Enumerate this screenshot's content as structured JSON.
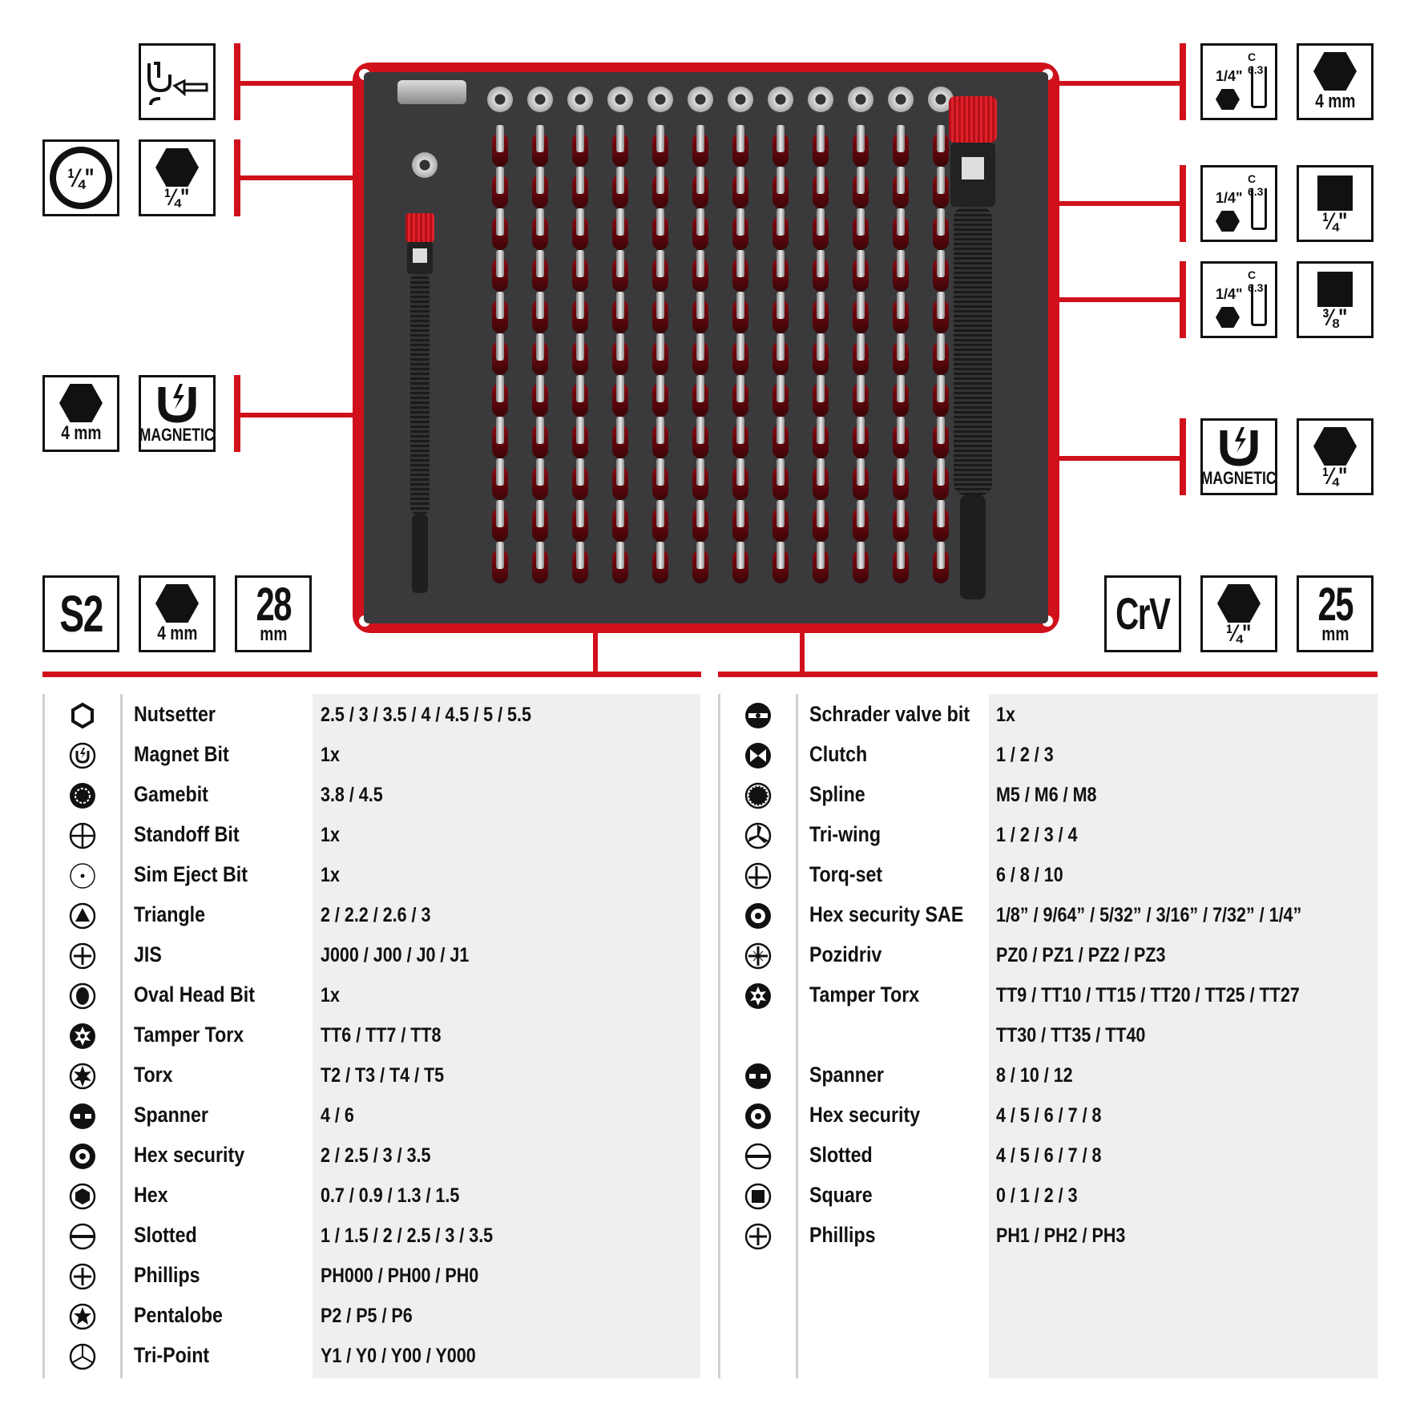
{
  "colors": {
    "accent": "#d0111b",
    "ink": "#111111",
    "tray": "#3a3a3c",
    "panel": "#efefef"
  },
  "badges": {
    "hook": {
      "icon": "hook-pick-icon"
    },
    "quarter_round": {
      "text": "¼\""
    },
    "quarter_hex": {
      "text": "¼\""
    },
    "mm4_hex_left": {
      "text": "4 mm"
    },
    "magnetic_left": {
      "text": "MAGNETIC"
    },
    "s2": {
      "text": "S2"
    },
    "mm4_hex_bottom": {
      "text": "4 mm"
    },
    "len28": {
      "num": "28",
      "unit": "mm"
    },
    "c63_a": {
      "top": "C 6.3",
      "side": "1/4\""
    },
    "mm4_hex_right": {
      "text": "4 mm"
    },
    "c63_b": {
      "top": "C 6.3",
      "side": "1/4\""
    },
    "sq_quarter": {
      "text": "¼\""
    },
    "c63_c": {
      "top": "C 6.3",
      "side": "1/4\""
    },
    "sq_three_eighths": {
      "text": "⅜\""
    },
    "magnetic_right": {
      "text": "MAGNETIC"
    },
    "hex_quarter_right": {
      "text": "¼\""
    },
    "crv": {
      "text": "CrV"
    },
    "hex_quarter_bottom": {
      "text": "¼\""
    },
    "len25": {
      "num": "25",
      "unit": "mm"
    }
  },
  "left_table": [
    {
      "icon": "nutsetter-icon",
      "name": "Nutsetter",
      "sizes": "2.5 / 3 / 3.5 / 4 / 4.5 /  5 / 5.5"
    },
    {
      "icon": "magnet-bit-icon",
      "name": "Magnet Bit",
      "sizes": "1x"
    },
    {
      "icon": "gamebit-icon",
      "name": "Gamebit",
      "sizes": "3.8 / 4.5"
    },
    {
      "icon": "standoff-icon",
      "name": "Standoff Bit",
      "sizes": "1x"
    },
    {
      "icon": "sim-eject-icon",
      "name": "Sim Eject Bit",
      "sizes": "1x"
    },
    {
      "icon": "triangle-icon",
      "name": "Triangle",
      "sizes": "2 / 2.2 / 2.6 / 3"
    },
    {
      "icon": "jis-icon",
      "name": "JIS",
      "sizes": "J000 / J00 / J0 / J1"
    },
    {
      "icon": "oval-head-icon",
      "name": "Oval Head Bit",
      "sizes": "1x"
    },
    {
      "icon": "tamper-torx-icon",
      "name": "Tamper Torx",
      "sizes": "TT6 / TT7 / TT8"
    },
    {
      "icon": "torx-icon",
      "name": "Torx",
      "sizes": "T2 / T3 / T4 / T5"
    },
    {
      "icon": "spanner-icon",
      "name": "Spanner",
      "sizes": "4 / 6"
    },
    {
      "icon": "hex-security-icon",
      "name": "Hex security",
      "sizes": "2 / 2.5 / 3 / 3.5"
    },
    {
      "icon": "hex-icon",
      "name": "Hex",
      "sizes": "0.7 / 0.9 / 1.3 / 1.5"
    },
    {
      "icon": "slotted-icon",
      "name": "Slotted",
      "sizes": "1 / 1.5 / 2 / 2.5 / 3 / 3.5"
    },
    {
      "icon": "phillips-icon",
      "name": "Phillips",
      "sizes": "PH000 / PH00 / PH0"
    },
    {
      "icon": "pentalobe-icon",
      "name": "Pentalobe",
      "sizes": "P2 / P5 / P6"
    },
    {
      "icon": "tri-point-icon",
      "name": "Tri-Point",
      "sizes": "Y1 / Y0 / Y00 / Y000"
    }
  ],
  "right_table": [
    {
      "icon": "schrader-icon",
      "name": "Schrader valve bit",
      "sizes": "1x"
    },
    {
      "icon": "clutch-icon",
      "name": "Clutch",
      "sizes": "1 / 2 / 3"
    },
    {
      "icon": "spline-icon",
      "name": "Spline",
      "sizes": "M5 / M6 / M8"
    },
    {
      "icon": "tri-wing-icon",
      "name": "Tri-wing",
      "sizes": "1 / 2 / 3 / 4"
    },
    {
      "icon": "torq-set-icon",
      "name": "Torq-set",
      "sizes": "6 / 8 / 10"
    },
    {
      "icon": "hex-security-icon",
      "name": "Hex security SAE",
      "sizes": "1/8” / 9/64” / 5/32” / 3/16” / 7/32” / 1/4”"
    },
    {
      "icon": "pozidriv-icon",
      "name": "Pozidriv",
      "sizes": "PZ0 / PZ1 / PZ2 / PZ3"
    },
    {
      "icon": "tamper-torx-icon",
      "name": "Tamper Torx",
      "sizes": "TT9 / TT10 / TT15 / TT20 / TT25 / TT27"
    },
    {
      "icon": "",
      "name": "",
      "sizes": "TT30 / TT35 / TT40"
    },
    {
      "icon": "spanner-icon",
      "name": "Spanner",
      "sizes": "8 / 10 / 12"
    },
    {
      "icon": "hex-security-icon",
      "name": "Hex security",
      "sizes": "4 / 5 / 6 / 7 / 8"
    },
    {
      "icon": "slotted-icon",
      "name": "Slotted",
      "sizes": "4 / 5 / 6 / 7 / 8"
    },
    {
      "icon": "square-icon",
      "name": "Square",
      "sizes": "0 / 1 / 2 / 3"
    },
    {
      "icon": "phillips-icon",
      "name": "Phillips",
      "sizes": "PH1 / PH2 / PH3"
    }
  ]
}
